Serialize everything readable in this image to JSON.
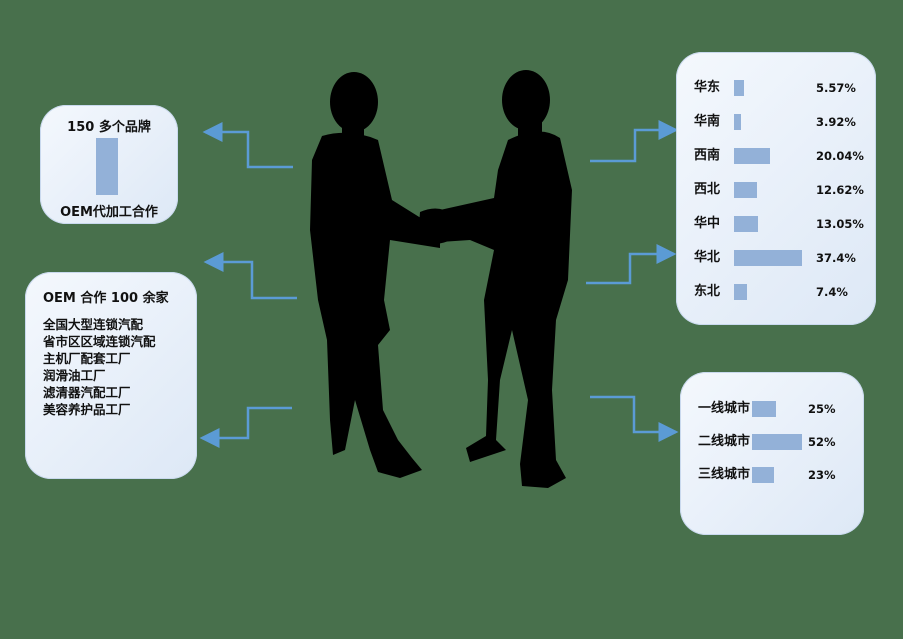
{
  "left_panel_top": {
    "title": "150 多个品牌",
    "caption": "OEM代加工合作"
  },
  "left_panel_bottom": {
    "title": "OEM 合作 100 余家",
    "items": [
      "全国大型连锁汽配",
      "省市区区域连锁汽配",
      "主机厂配套工厂",
      "润滑油工厂",
      "滤清器汽配工厂",
      "美容养护品工厂"
    ]
  },
  "region_panel": {
    "rows": [
      {
        "name": "华东",
        "value": 5.57,
        "label": "5.57%"
      },
      {
        "name": "华南",
        "value": 3.92,
        "label": "3.92%"
      },
      {
        "name": "西南",
        "value": 20.04,
        "label": "20.04%"
      },
      {
        "name": "西北",
        "value": 12.62,
        "label": "12.62%"
      },
      {
        "name": "华中",
        "value": 13.05,
        "label": "13.05%"
      },
      {
        "name": "华北",
        "value": 37.4,
        "label": "37.4%"
      },
      {
        "name": "东北",
        "value": 7.4,
        "label": "7.4%"
      }
    ]
  },
  "city_panel": {
    "rows": [
      {
        "name": "一线城市",
        "value": 25,
        "label": "25%"
      },
      {
        "name": "二线城市",
        "value": 52,
        "label": "52%"
      },
      {
        "name": "三线城市",
        "value": 23,
        "label": "23%"
      }
    ]
  },
  "colors": {
    "background": "#48704c",
    "card": "#e6eef9",
    "bar": "#93b1d8",
    "arrow": "#5b9bd5",
    "silhouette": "#000000"
  },
  "icons": [
    "handshake-silhouette",
    "arrow-connector"
  ]
}
